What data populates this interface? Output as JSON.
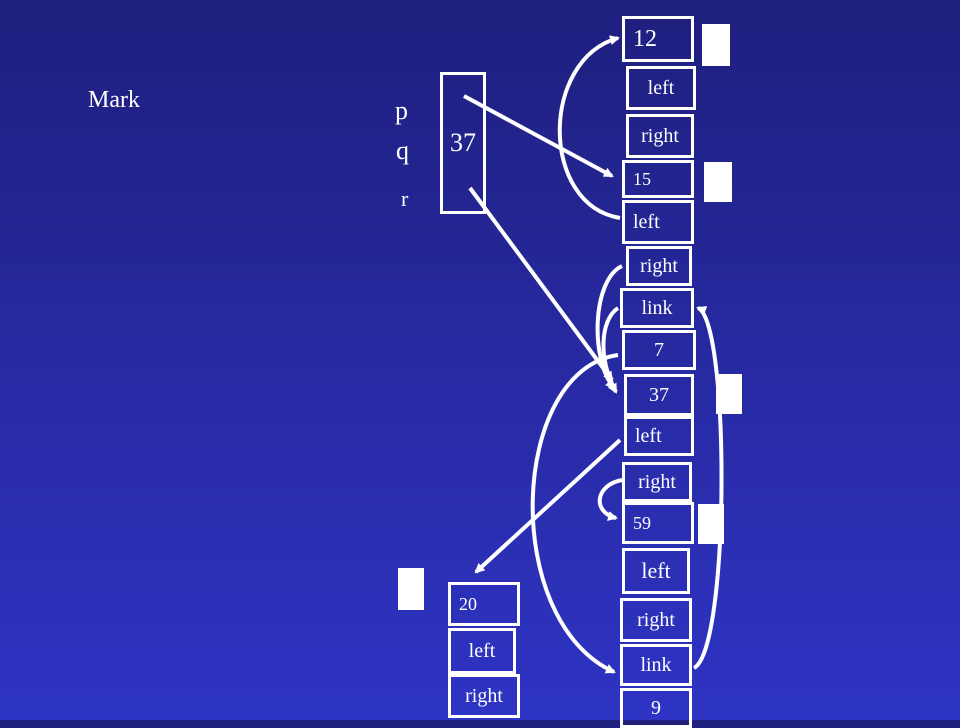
{
  "title": "Mark",
  "pointers": {
    "p": "p",
    "q": "q",
    "r": "r",
    "value": "37"
  },
  "node12": {
    "value": "12",
    "left": "left",
    "right": "right"
  },
  "node15": {
    "value": "15",
    "left": "left",
    "right": "right",
    "link": "link"
  },
  "node7": {
    "value": "7"
  },
  "node37": {
    "value": "37",
    "left": "left",
    "right": "right"
  },
  "node59": {
    "value": "59",
    "left": "left",
    "right": "right",
    "link": "link"
  },
  "node9": {
    "value": "9"
  },
  "node20": {
    "value": "20",
    "left": "left",
    "right": "right"
  },
  "colors": {
    "background_top": "#1f1f7e",
    "background_bottom": "#2e34c4",
    "foreground": "#ffffff"
  }
}
